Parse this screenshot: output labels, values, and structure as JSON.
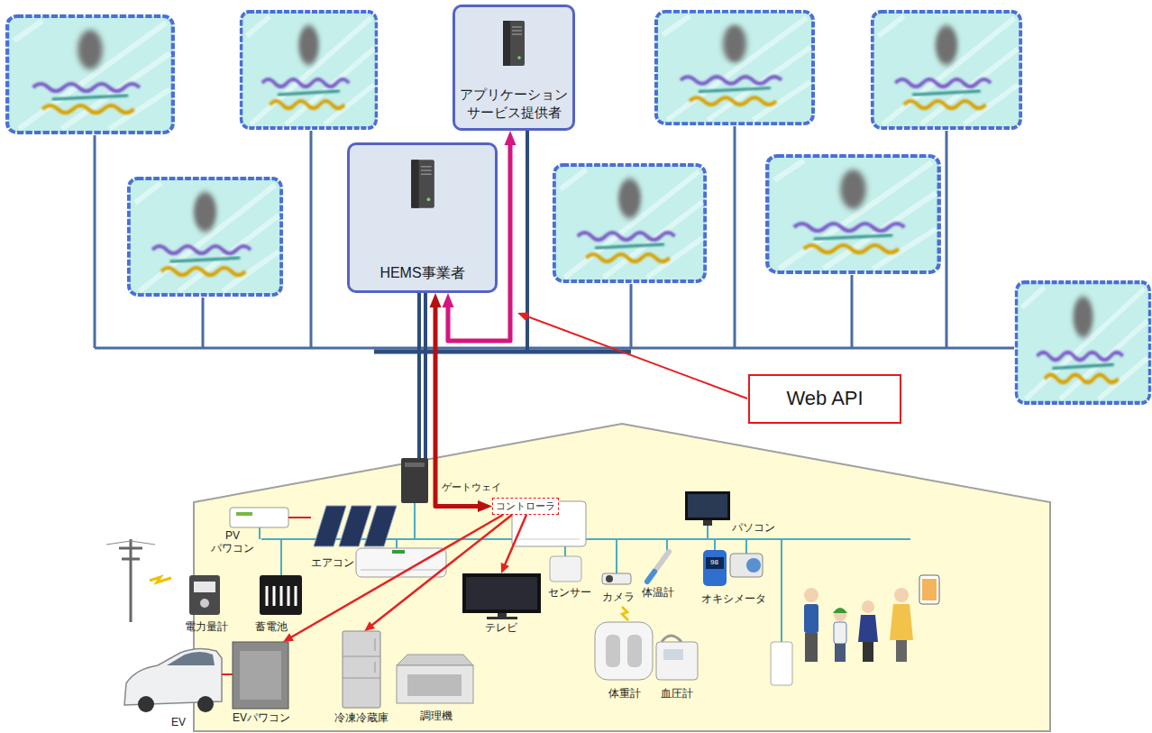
{
  "diagram": {
    "nodes": [
      {
        "text": [
          "アプリケーション サービス提供者"
        ]
      },
      {
        "text": [
          "HEMS事業者"
        ]
      },
      {
        "text": [
          "Web API"
        ]
      },
      {
        "text": [
          "コントローラ"
        ]
      },
      {
        "text": [
          "EVパワコン"
        ]
      },
      {
        "text": [
          "冷凍冷蔵庫"
        ]
      },
      {
        "text": [
          "テレビ"
        ]
      }
    ],
    "edges": [
      {
        "from": 1,
        "to": 0,
        "arrow": "both"
      },
      {
        "from": 1,
        "to": 3,
        "arrow": "both"
      },
      {
        "from": 3,
        "to": 4,
        "arrow": "to"
      },
      {
        "from": 3,
        "to": 5,
        "arrow": "to"
      },
      {
        "from": 3,
        "to": 6,
        "arrow": "to"
      }
    ],
    "labels": [
      "ゲートウェイ",
      "PV パワコン",
      "電力量計",
      "蓄電池",
      "エアコン",
      "パソコン",
      "センサー",
      "カメラ",
      "体温計",
      "98",
      "オキシメータ",
      "EV",
      "調理機",
      "体重計",
      "血圧計"
    ]
  }
}
